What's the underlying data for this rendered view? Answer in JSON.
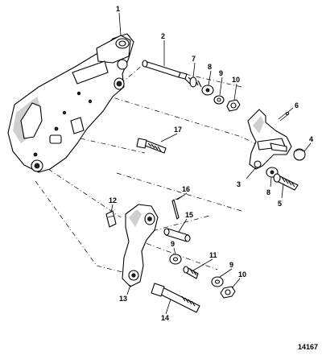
{
  "diagram": {
    "figure_id": "14167",
    "callouts": [
      {
        "id": "c1",
        "text": "1"
      },
      {
        "id": "c2",
        "text": "2"
      },
      {
        "id": "c3",
        "text": "3"
      },
      {
        "id": "c4",
        "text": "4"
      },
      {
        "id": "c5",
        "text": "5"
      },
      {
        "id": "c6",
        "text": "6"
      },
      {
        "id": "c7",
        "text": "7"
      },
      {
        "id": "c8a",
        "text": "8"
      },
      {
        "id": "c8b",
        "text": "8"
      },
      {
        "id": "c9a",
        "text": "9"
      },
      {
        "id": "c9b",
        "text": "9"
      },
      {
        "id": "c9c",
        "text": "9"
      },
      {
        "id": "c10a",
        "text": "10"
      },
      {
        "id": "c10b",
        "text": "10"
      },
      {
        "id": "c11",
        "text": "11"
      },
      {
        "id": "c12",
        "text": "12"
      },
      {
        "id": "c13",
        "text": "13"
      },
      {
        "id": "c14",
        "text": "14"
      },
      {
        "id": "c15",
        "text": "15"
      },
      {
        "id": "c16",
        "text": "16"
      },
      {
        "id": "c17",
        "text": "17"
      }
    ]
  }
}
